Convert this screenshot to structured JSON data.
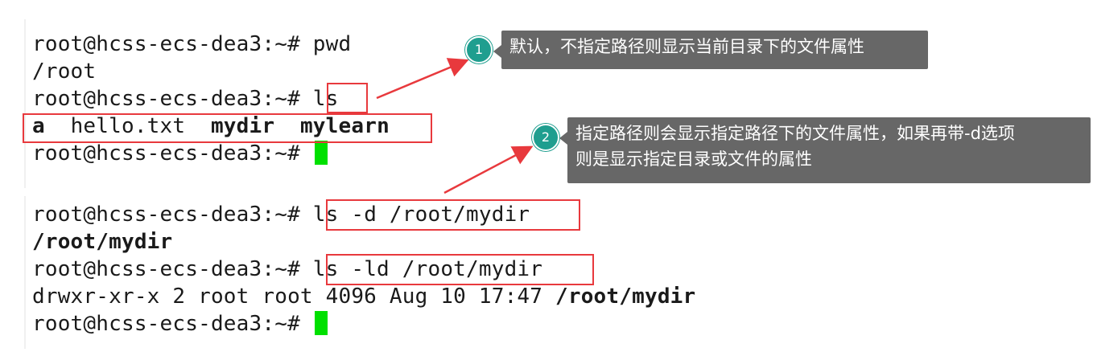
{
  "terminal": {
    "lines": {
      "l1_prompt": "root@hcss-ecs-dea3:~# ",
      "l1_cmd": "pwd",
      "l2": "/root",
      "l3_prompt": "root@hcss-ecs-dea3:~# ",
      "l3_cmd": "ls",
      "l4_a": "a",
      "l4_hello": "  hello.txt  ",
      "l4_mydir": "mydir",
      "l4_sep": "  ",
      "l4_mylearn": "mylearn",
      "l5_prompt": "root@hcss-ecs-dea3:~# ",
      "l6_prompt": "root@hcss-ecs-dea3:~# ",
      "l6_cmd": "ls -d /root/mydir",
      "l7": "/root/mydir",
      "l8_prompt": "root@hcss-ecs-dea3:~# ",
      "l8_cmd": "ls -ld /root/mydir",
      "l9_meta": "drwxr-xr-x 2 root root 4096 Aug 10 17:47 ",
      "l9_path": "/root/mydir",
      "l10_prompt": "root@hcss-ecs-dea3:~# "
    },
    "cursor_color": "#00e000"
  },
  "annotations": {
    "badge1": "1",
    "callout1": "默认，不指定路径则显示当前目录下的文件属性",
    "badge2": "2",
    "callout2_line1": "指定路径则会显示指定路径下的文件属性，如果再带-d选项",
    "callout2_line2": "则是显示指定目录或文件的属性",
    "highlight_color": "#e8393d",
    "callout_bg": "#676767",
    "badge_color": "#1f9e8f"
  }
}
